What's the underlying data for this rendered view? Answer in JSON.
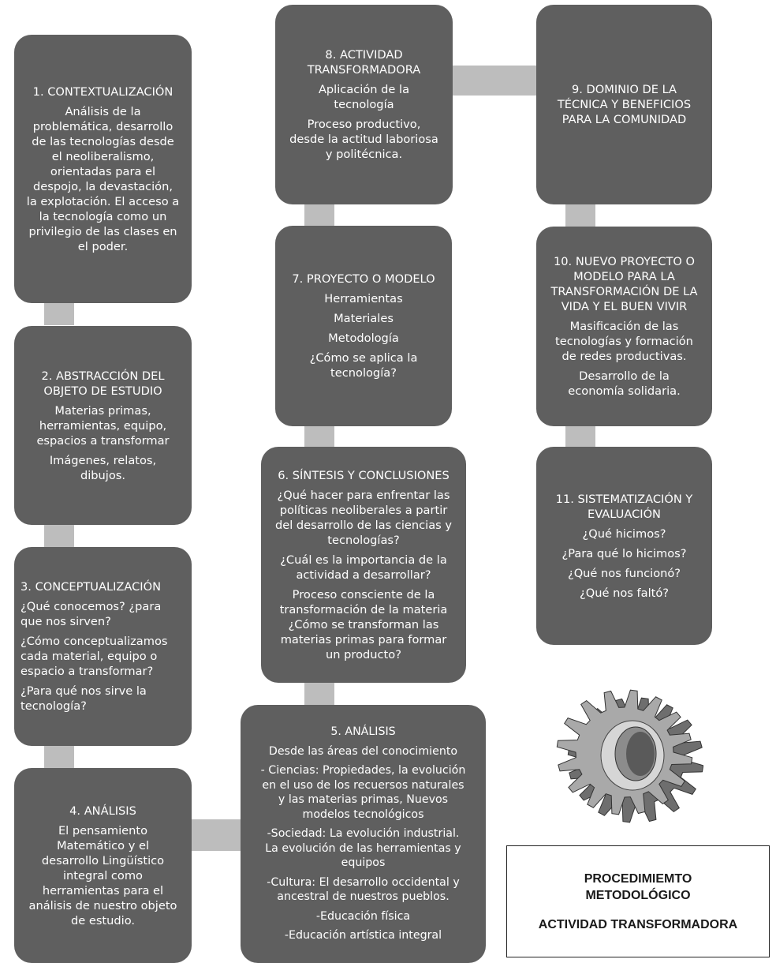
{
  "boxes": {
    "b1": {
      "title": "1. CONTEXTUALIZACIÓN",
      "paras": [
        "Análisis de la\nproblemática, desarrollo\nde las tecnologías desde\nel neoliberalismo,\norientadas para el\ndespojo, la devastación,\nla explotación. El acceso a\nla tecnología como un\nprivilegio de las clases en\nel poder."
      ]
    },
    "b2": {
      "title": "2. ABSTRACCIÓN DEL\nOBJETO DE ESTUDIO",
      "paras": [
        "Materias primas,\nherramientas, equipo,\nespacios a transformar",
        "Imágenes, relatos,\ndibujos."
      ]
    },
    "b3": {
      "title": "3. CONCEPTUALIZACIÓN",
      "paras": [
        "¿Qué conocemos? ¿para\nque nos sirven?",
        "¿Cómo conceptualizamos\ncada material, equipo o\nespacio a transformar?",
        "¿Para qué nos sirve la\ntecnología?"
      ]
    },
    "b4": {
      "title": "4. ANÁLISIS",
      "paras": [
        "El pensamiento\nMatemático y el\ndesarrollo Lingüístico\nintegral como\nherramientas para el\nanálisis de nuestro objeto\nde estudio."
      ]
    },
    "b5": {
      "title": "5. ANÁLISIS",
      "paras": [
        "Desde las áreas del conocimiento",
        "- Ciencias: Propiedades, la evolución\nen el uso de los recuersos naturales\ny las materias primas, Nuevos\nmodelos tecnológicos",
        "-Sociedad: La evolución industrial.\nLa evolución de las herramientas y\nequipos",
        "-Cultura: El desarrollo occidental y\nancestral de nuestros pueblos.",
        "-Educación física",
        "-Educación artística integral"
      ]
    },
    "b6": {
      "title": "6. SÍNTESIS Y CONCLUSIONES",
      "paras": [
        "¿Qué hacer para enfrentar las\npolíticas neoliberales a partir\ndel desarrollo de las ciencias y\ntecnologías?",
        "¿Cuál es la importancia de la\nactividad a desarrollar?",
        "Proceso consciente de la\ntransformación de la materia\n¿Cómo se transforman las\nmaterias primas para formar\nun producto?"
      ]
    },
    "b7": {
      "title": "7. PROYECTO O MODELO",
      "paras": [
        "Herramientas",
        "Materiales",
        "Metodología",
        "¿Cómo se aplica la\ntecnología?"
      ]
    },
    "b8": {
      "title": "8. ACTIVIDAD\nTRANSFORMADORA",
      "paras": [
        "Aplicación de la\ntecnología",
        "Proceso productivo,\ndesde la actitud laboriosa\ny politécnica."
      ]
    },
    "b9": {
      "title": "9. DOMINIO DE LA\nTÉCNICA Y BENEFICIOS\nPARA LA COMUNIDAD",
      "paras": []
    },
    "b10": {
      "title": "10. NUEVO PROYECTO O\nMODELO PARA LA\nTRANSFORMACIÓN DE LA\nVIDA  Y EL BUEN VIVIR",
      "paras": [
        "Masificación de las\ntecnologías y formación\nde redes productivas.",
        "Desarrollo de la\neconomía solidaria."
      ]
    },
    "b11": {
      "title": "11. SISTEMATIZACIÓN Y\nEVALUACIÓN",
      "paras": [
        "¿Qué hicimos?",
        "¿Para qué lo hicimos?",
        "¿Qué nos funcionó?",
        "¿Qué nos faltó?"
      ]
    }
  },
  "legend": {
    "line1": "PROCEDIMIEMTO",
    "line2": "METODOLÓGICO",
    "line3": "ACTIVIDAD TRANSFORMADORA"
  },
  "colors": {
    "box": "#5f5f5f",
    "connector": "#bdbdbd",
    "text": "#ffffff"
  },
  "icons": [
    "gear-icon"
  ]
}
